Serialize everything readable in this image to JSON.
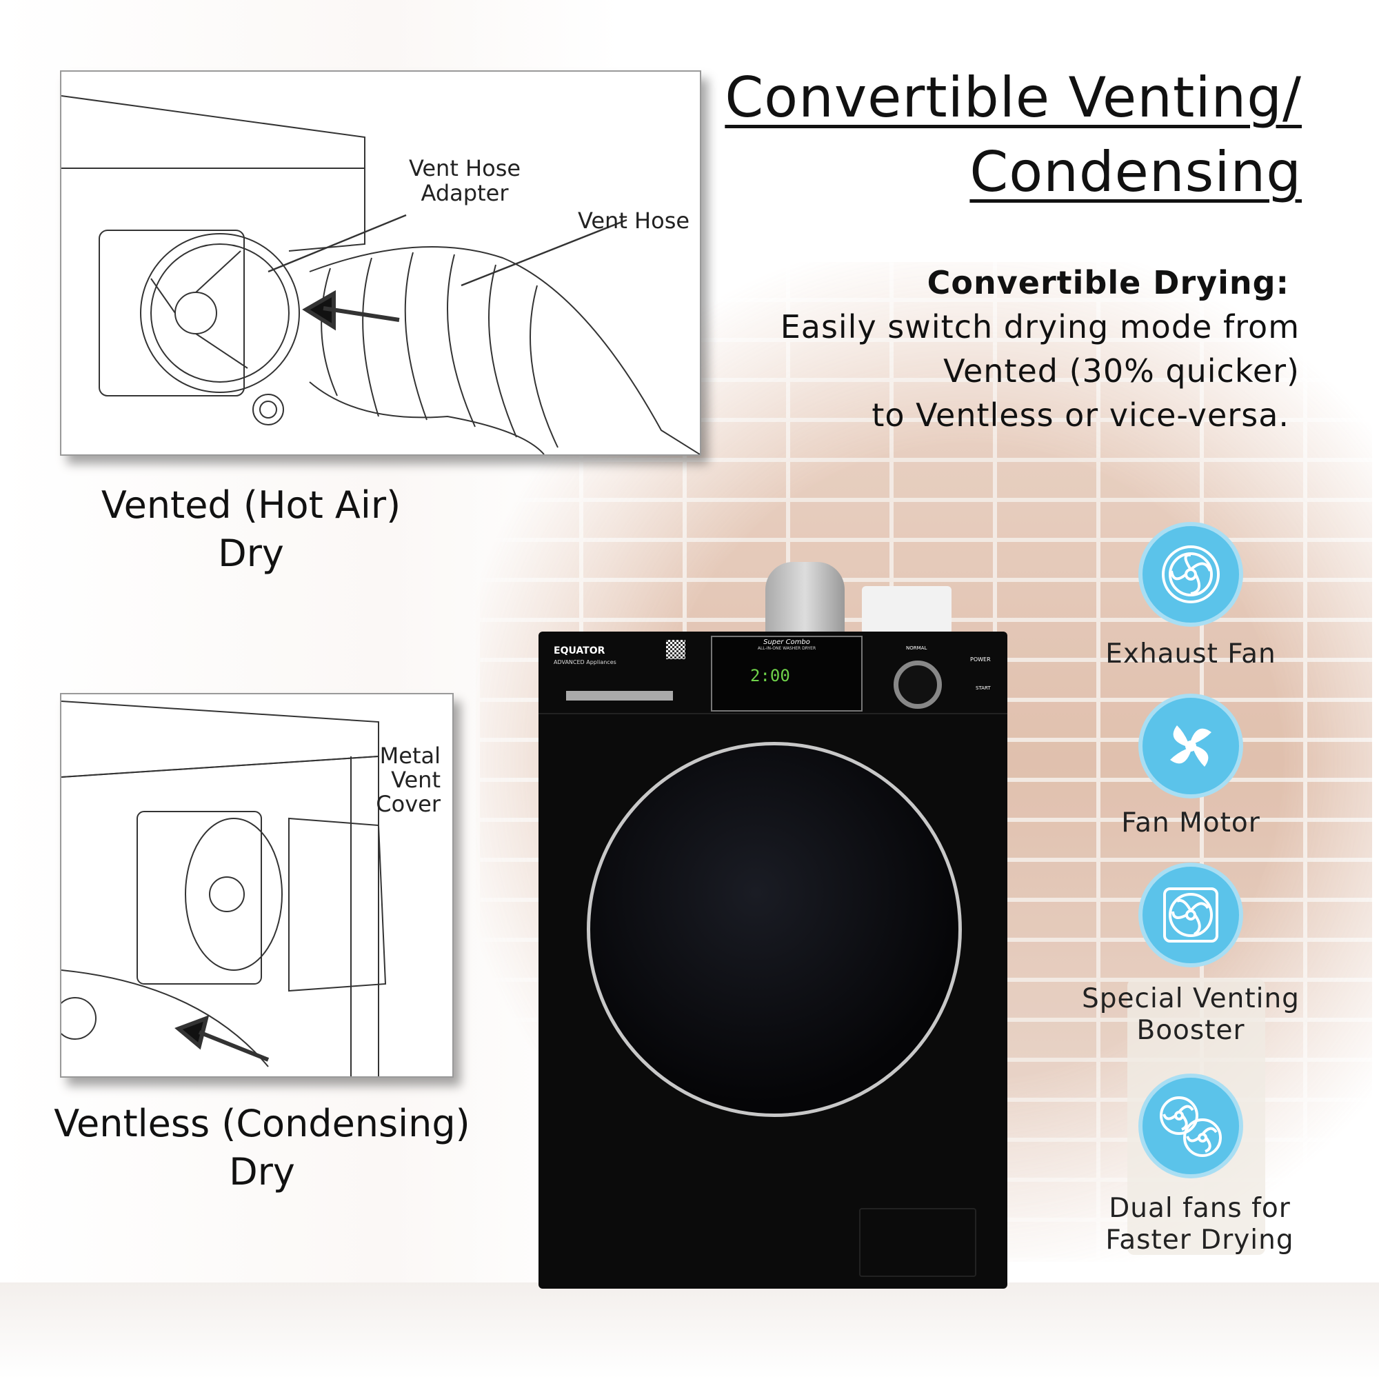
{
  "heading": {
    "line1": "Convertible Venting/",
    "line2": "Condensing"
  },
  "description": {
    "bold": "Convertible Drying:",
    "line1": "Easily switch drying mode from",
    "line2": "Vented (30% quicker)",
    "line3": "to Ventless or vice-versa."
  },
  "vented_diagram": {
    "label_adapter": "Vent Hose Adapter",
    "label_hose": "Vent Hose",
    "caption_line1": "Vented (Hot Air)",
    "caption_line2": "Dry"
  },
  "ventless_diagram": {
    "label_cover": "Metal Vent Cover",
    "caption_line1": "Ventless (Condensing)",
    "caption_line2": "Dry"
  },
  "features": [
    {
      "icon": "exhaust-fan-icon",
      "label": "Exhaust Fan"
    },
    {
      "icon": "fan-motor-icon",
      "label": "Fan Motor"
    },
    {
      "icon": "venting-booster-icon",
      "label": "Special Venting Booster"
    },
    {
      "icon": "dual-fans-icon",
      "label": "Dual fans for Faster Drying"
    }
  ],
  "washer": {
    "brand": "EQUATOR",
    "brand_sub": "ADVANCED Appliances",
    "model": "Super Combo",
    "subtitle": "ALL-IN-ONE WASHER DRYER",
    "display_time": "2:00",
    "power": "POWER",
    "start": "START",
    "dial_top": "NORMAL"
  },
  "colors": {
    "icon_bg": "#5bc3ea",
    "washer_body": "#0b0b0b",
    "display_green": "#6fd34a"
  }
}
